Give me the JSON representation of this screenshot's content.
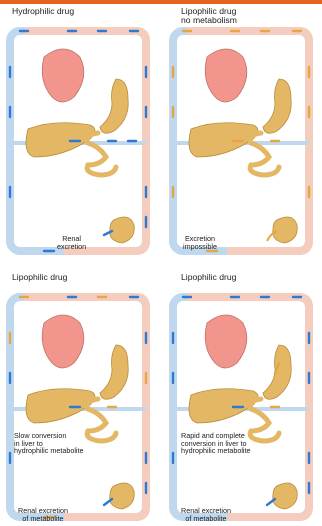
{
  "panels": [
    {
      "title": [
        "Hydrophilic drug"
      ],
      "notes": [],
      "excretion": [
        "Renal",
        "excretion"
      ]
    },
    {
      "title": [
        "Lipophilic drug",
        "no metabolism"
      ],
      "notes": [],
      "excretion": [
        "Excretion",
        "impossible"
      ]
    },
    {
      "title": [
        "Lipophilic drug"
      ],
      "notes": [
        "Slow conversion",
        "in liver to",
        "hydrophilic metabolite"
      ],
      "excretion": [
        "Renal excretion",
        "of metabolite"
      ]
    },
    {
      "title": [
        "Lipophilic drug"
      ],
      "notes": [
        "Rapid and complete",
        "conversion in liver to",
        "hydrophilic metabolite"
      ],
      "excretion": [
        "Renal excretion",
        "of metabolite"
      ]
    }
  ],
  "colors": {
    "venous": "#bfd8ee",
    "arterial": "#f4cdbf",
    "flow_arrow": "#2e7ad1",
    "drug_mark": "#e7a645",
    "liver": "#e3b764",
    "heart": "#f1958d",
    "accent_bar": "#e6621f"
  }
}
